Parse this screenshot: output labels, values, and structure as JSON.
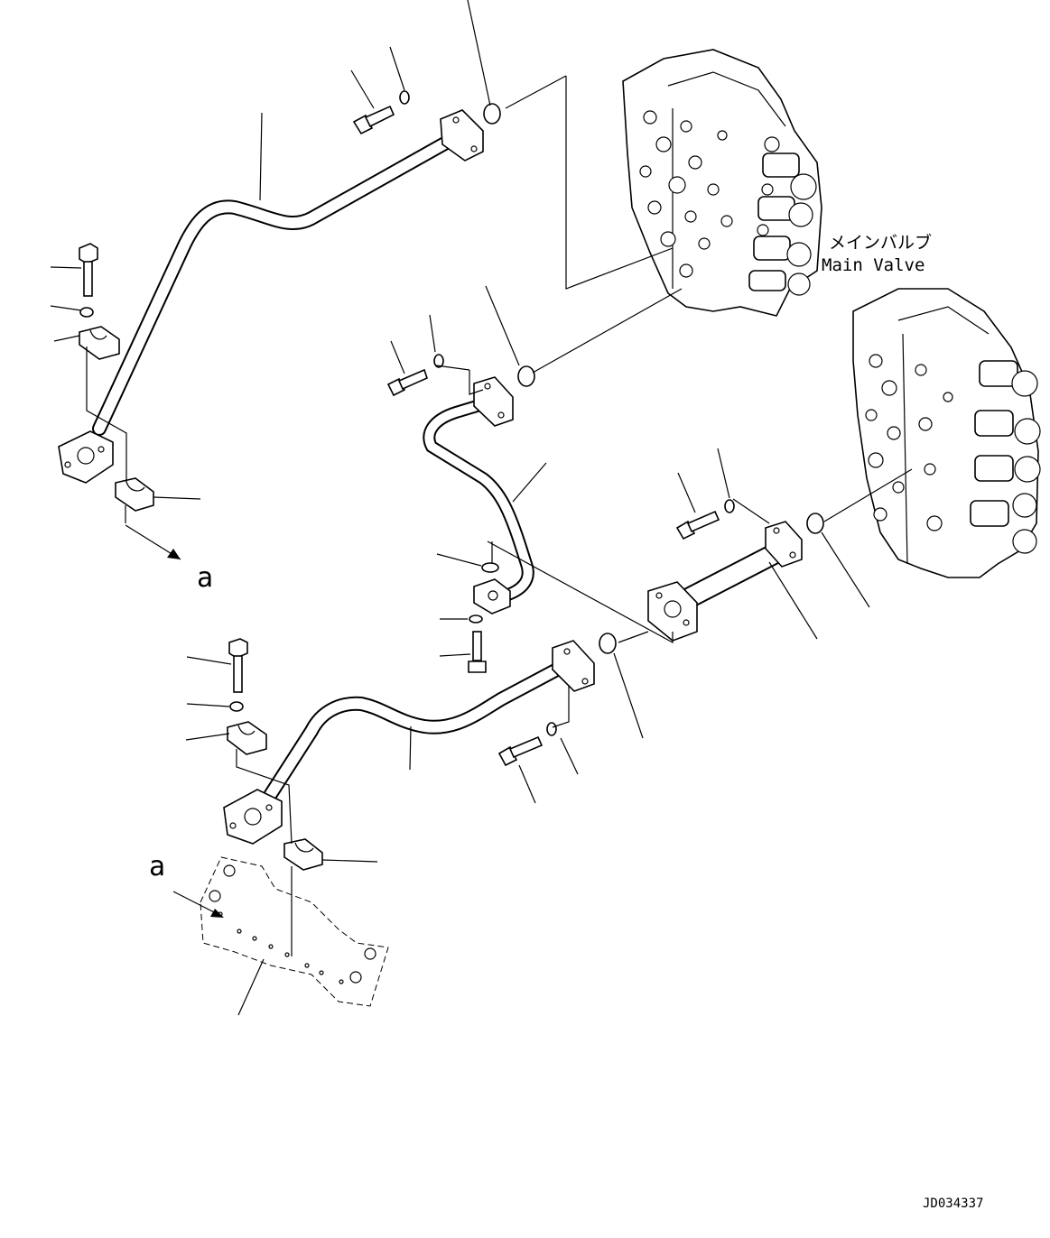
{
  "labels": {
    "main_valve_jp": "メインバルブ",
    "main_valve_en": "Main Valve",
    "view_marker_top": "a",
    "view_marker_bottom": "a",
    "drawing_number": "JD034337"
  }
}
